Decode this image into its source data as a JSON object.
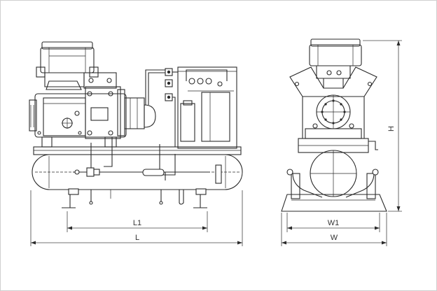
{
  "dimensions": {
    "l1": "L1",
    "l": "L",
    "w1": "W1",
    "w": "W",
    "h": "H"
  }
}
